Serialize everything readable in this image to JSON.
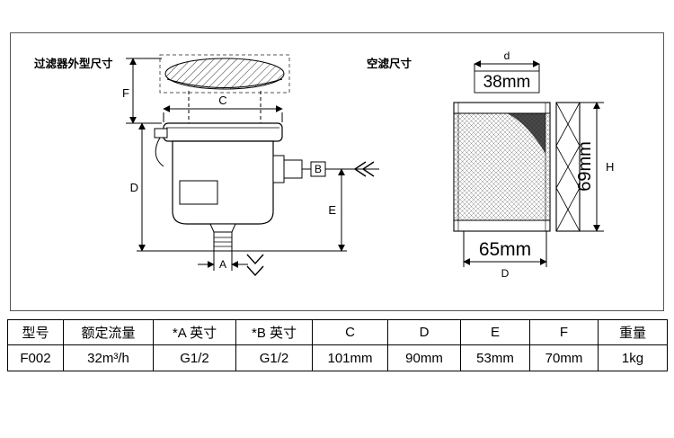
{
  "panel": {
    "left_title": "过滤器外型尺寸",
    "right_title": "空滤尺寸"
  },
  "dims": {
    "F": "F",
    "C": "C",
    "D": "D",
    "B": "B",
    "E": "E",
    "A": "A",
    "d": "d",
    "H": "H",
    "D2": "D",
    "top_diameter": "38mm",
    "element_height": "69mm",
    "bottom_width": "65mm"
  },
  "table": {
    "headers": [
      "型号",
      "额定流量",
      "*A 英寸",
      "*B 英寸",
      "C",
      "D",
      "E",
      "F",
      "重量"
    ],
    "row": [
      "F002",
      "32m³/h",
      "G1/2",
      "G1/2",
      "101mm",
      "90mm",
      "53mm",
      "70mm",
      "1kg"
    ]
  }
}
